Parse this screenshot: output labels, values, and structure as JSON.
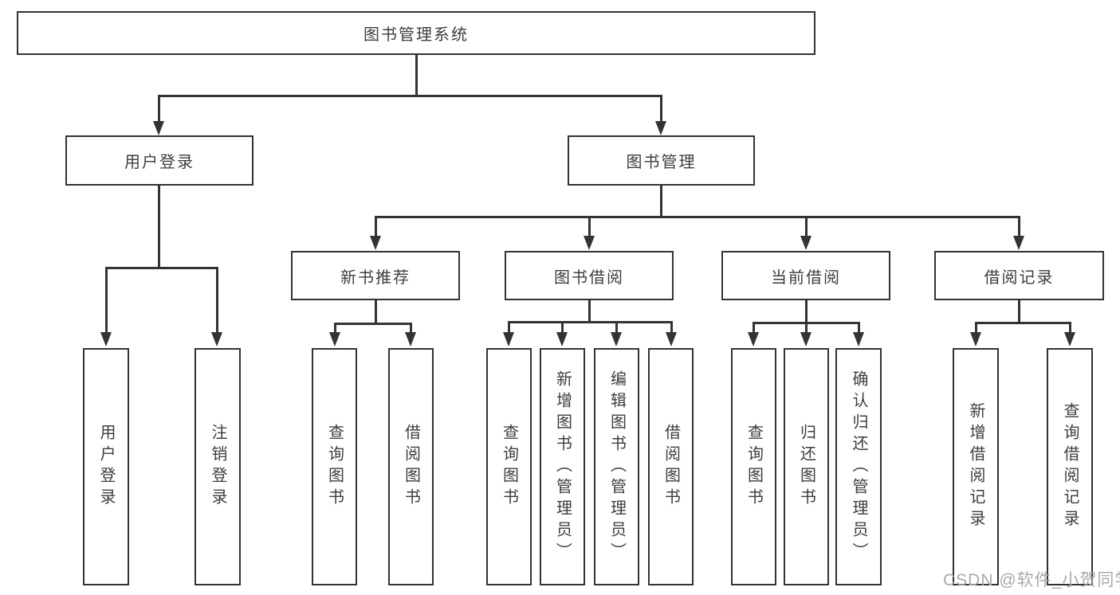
{
  "diagram_type": "hierarchy-tree",
  "colors": {
    "line": "#333333",
    "box_border": "#333333",
    "text": "#3d3d3d",
    "watermark": "#a9a9a9",
    "background": "#ffffff"
  },
  "nodes": {
    "root": {
      "label": "图书管理系统"
    },
    "user_login": {
      "label": "用户登录"
    },
    "book_mgmt": {
      "label": "图书管理"
    },
    "new_book_rec": {
      "label": "新书推荐"
    },
    "book_borrow": {
      "label": "图书借阅"
    },
    "current_borrow": {
      "label": "当前借阅"
    },
    "borrow_record": {
      "label": "借阅记录"
    },
    "leaf_user_login": {
      "label": "用户登录"
    },
    "leaf_logout": {
      "label": "注销登录"
    },
    "leaf_rec_query": {
      "label": "查询图书"
    },
    "leaf_rec_borrow": {
      "label": "借阅图书"
    },
    "leaf_bb_query": {
      "label": "查询图书"
    },
    "leaf_bb_add": {
      "label": "新增图书（管理员）"
    },
    "leaf_bb_edit": {
      "label": "编辑图书（管理员）"
    },
    "leaf_bb_borrow": {
      "label": "借阅图书"
    },
    "leaf_cb_query": {
      "label": "查询图书"
    },
    "leaf_cb_return": {
      "label": "归还图书"
    },
    "leaf_cb_confirm": {
      "label": "确认归还（管理员）"
    },
    "leaf_br_add": {
      "label": "新增借阅记录"
    },
    "leaf_br_query": {
      "label": "查询借阅记录"
    }
  },
  "hierarchy": [
    {
      "parent": "图书管理系统",
      "children": [
        "用户登录",
        "图书管理"
      ]
    },
    {
      "parent": "用户登录",
      "children": [
        "用户登录",
        "注销登录"
      ]
    },
    {
      "parent": "图书管理",
      "children": [
        "新书推荐",
        "图书借阅",
        "当前借阅",
        "借阅记录"
      ]
    },
    {
      "parent": "新书推荐",
      "children": [
        "查询图书",
        "借阅图书"
      ]
    },
    {
      "parent": "图书借阅",
      "children": [
        "查询图书",
        "新增图书（管理员）",
        "编辑图书（管理员）",
        "借阅图书"
      ]
    },
    {
      "parent": "当前借阅",
      "children": [
        "查询图书",
        "归还图书",
        "确认归还（管理员）"
      ]
    },
    {
      "parent": "借阅记录",
      "children": [
        "新增借阅记录",
        "查询借阅记录"
      ]
    }
  ],
  "watermark": {
    "text": "CSDN @软件_小贺同学"
  }
}
